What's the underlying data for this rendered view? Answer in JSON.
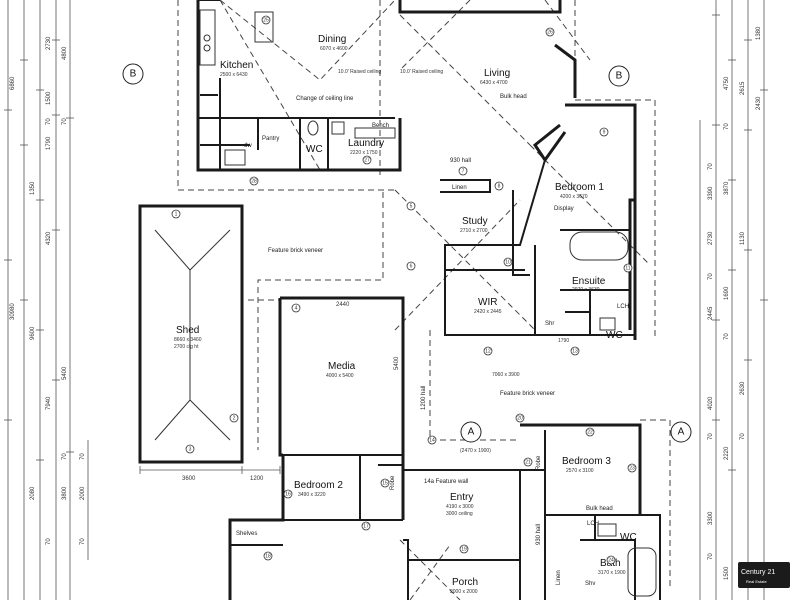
{
  "rooms": {
    "dining": {
      "name": "Dining",
      "size": "6070 x 4600"
    },
    "kitchen": {
      "name": "Kitchen",
      "size": "2500 x 6430"
    },
    "living": {
      "name": "Living",
      "size": "6430 x 4700"
    },
    "pantry": {
      "name": "Pantry"
    },
    "wc1": {
      "name": "WC"
    },
    "laundry": {
      "name": "Laundry",
      "size": "2220 x 1750"
    },
    "bench": {
      "name": "Bench"
    },
    "bedroom1": {
      "name": "Bedroom 1",
      "size": "4200 x 3670"
    },
    "study": {
      "name": "Study",
      "size": "2710 x 2700"
    },
    "linen1": {
      "name": "Linen"
    },
    "ensuite": {
      "name": "Ensuite",
      "size": "2970 x 3630"
    },
    "wir": {
      "name": "WIR",
      "size": "2420 x 2445"
    },
    "shr": {
      "name": "Shr"
    },
    "wc2": {
      "name": "WC"
    },
    "shed": {
      "name": "Shed",
      "size": "8660 x 3460",
      "size2": "2700 clg ht"
    },
    "media": {
      "name": "Media",
      "size": "4000 x 5400"
    },
    "bedroom2": {
      "name": "Bedroom 2",
      "size": "3490 x 3220"
    },
    "robe1": {
      "name": "Robe"
    },
    "shelves": {
      "name": "Shelves"
    },
    "entry": {
      "name": "Entry",
      "size": "4190 x 3000",
      "size2": "3000 ceiling"
    },
    "porch": {
      "name": "Porch",
      "size": "2000 x 2000"
    },
    "bedroom3": {
      "name": "Bedroom 3",
      "size": "2570 x 3100"
    },
    "robe2": {
      "name": "Robe"
    },
    "linen2": {
      "name": "Linen"
    },
    "bath": {
      "name": "Bath",
      "size": "3170 x 1900"
    },
    "wc3": {
      "name": "WC"
    },
    "lch1": {
      "name": "LCH"
    },
    "lch2": {
      "name": "LCH"
    }
  },
  "notes": {
    "raised1": "10.0' Raised ceiling",
    "raised2": "10.0' Raised ceiling",
    "ceiling_change": "Change of ceiling line",
    "bulkhead1": "Bulk head",
    "bulkhead2": "Bulk head",
    "hall930": "930 hall",
    "display": "Display",
    "brick1": "Feature brick veneer",
    "brick2": "Feature brick veneer",
    "feature_wall": "14a Feature wall",
    "hall1200": "1200 hall",
    "hall930v": "930 hall",
    "mid_dim": "7060 x 3900",
    "a_dim": "(2470 x 1900)",
    "shr_dim": "1790",
    "dw": "dw",
    "shv": "Shv"
  },
  "grid_markers": [
    "B",
    "B",
    "A",
    "A"
  ],
  "dimensions": {
    "shed_w": "3600",
    "gap_w": "1200",
    "media_top": "2440",
    "media_side": "5400",
    "left_total": "30980",
    "left_outer": [
      "4800",
      "6860",
      "2730",
      "1500",
      "1790",
      "1350",
      "4320",
      "9600",
      "7940",
      "5400",
      "3800",
      "2080",
      "2000"
    ],
    "left_small": [
      "70",
      "70",
      "70",
      "70",
      "70",
      "70"
    ],
    "right_outer": [
      "1380",
      "4750",
      "2615",
      "2430",
      "3870",
      "3390",
      "2730",
      "1130",
      "2445",
      "1690",
      "2630",
      "4020",
      "2220",
      "3300",
      "1500"
    ],
    "right_small": [
      "70",
      "70",
      "70",
      "70",
      "70",
      "70",
      "70"
    ]
  },
  "circle_numbers": [
    "1",
    "2",
    "3",
    "4",
    "5",
    "6",
    "7",
    "8",
    "9",
    "10",
    "11",
    "12",
    "13",
    "14",
    "15",
    "16",
    "17",
    "18",
    "19",
    "20",
    "21",
    "22",
    "23",
    "24",
    "25",
    "26",
    "27",
    "28"
  ],
  "badge": {
    "brand": "Century 21",
    "sub": "Real Estate"
  }
}
